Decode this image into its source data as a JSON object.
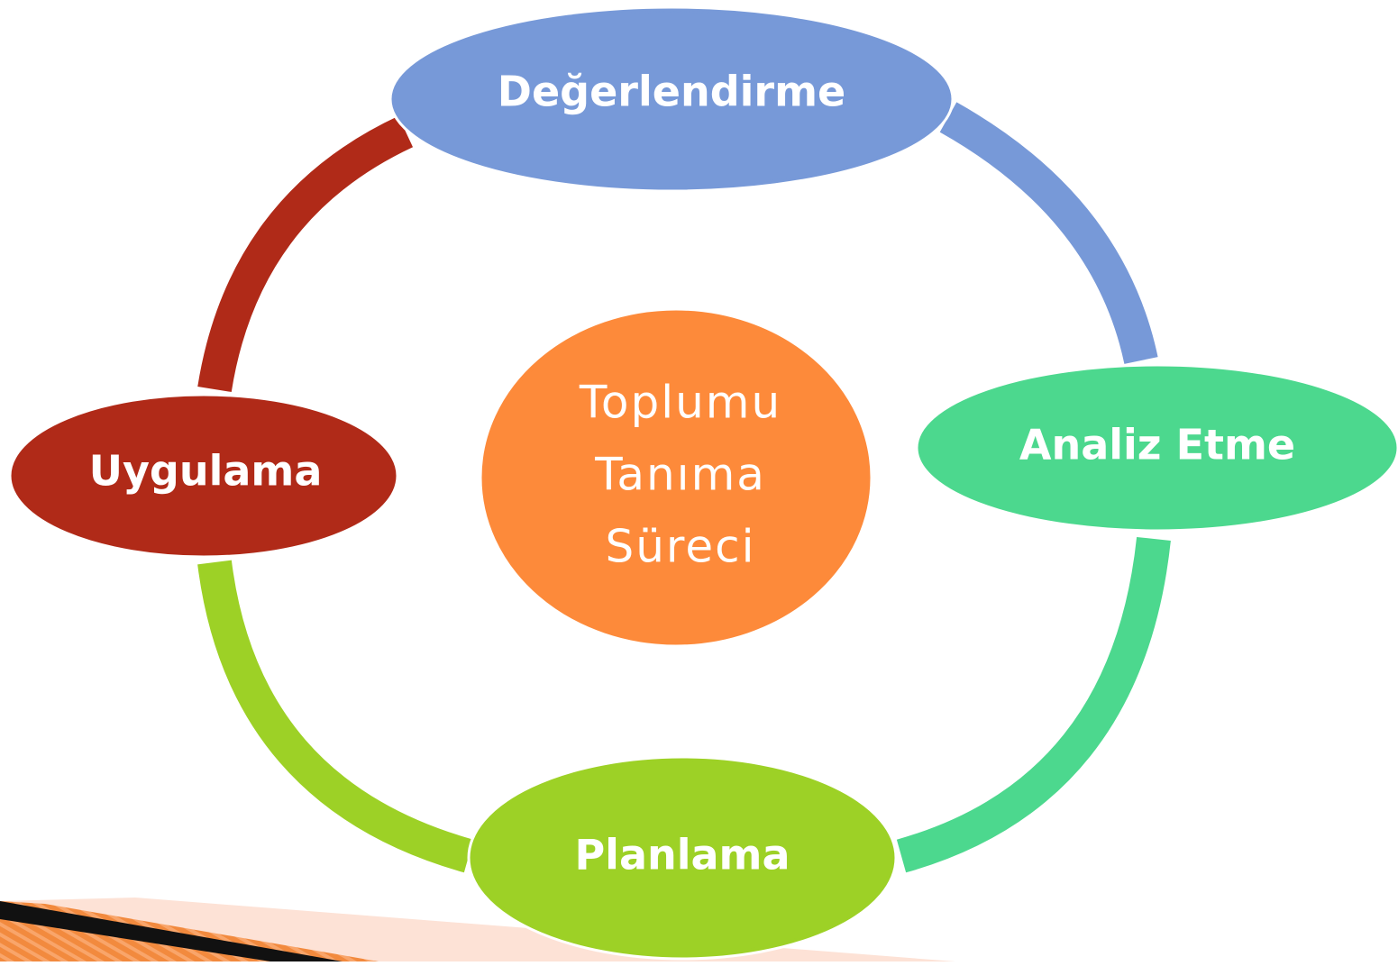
{
  "diagram": {
    "center": {
      "lines": [
        "Toplumu",
        "Tanıma",
        "Süreci"
      ],
      "color": "#fd8a3a"
    },
    "nodes": [
      {
        "id": "degerlendirme",
        "label": "Değerlendirme",
        "color": "#7799d8"
      },
      {
        "id": "analiz-etme",
        "label": "Analiz Etme",
        "color": "#4cd88e"
      },
      {
        "id": "planlama",
        "label": "Planlama",
        "color": "#9dd126"
      },
      {
        "id": "uygulama",
        "label": "Uygulama",
        "color": "#b02a18"
      }
    ],
    "arcs": [
      {
        "from": "degerlendirme",
        "to": "analiz-etme",
        "color": "#7799d8"
      },
      {
        "from": "analiz-etme",
        "to": "planlama",
        "color": "#4cd88e"
      },
      {
        "from": "planlama",
        "to": "uygulama",
        "color": "#9dd126"
      },
      {
        "from": "uygulama",
        "to": "degerlendirme",
        "color": "#b02a18"
      }
    ]
  },
  "decoration": {
    "corner_colors": [
      "#f28a3e",
      "#111111",
      "#fde2d6"
    ]
  }
}
